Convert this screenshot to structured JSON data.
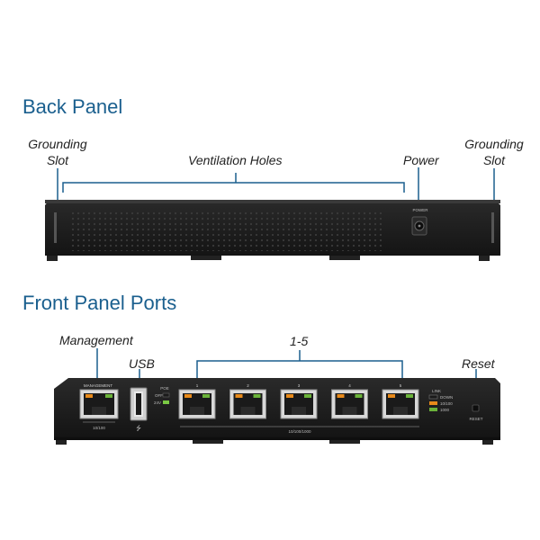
{
  "back_panel": {
    "title": "Back Panel",
    "callouts": {
      "grounding_left_line1": "Grounding",
      "grounding_left_line2": "Slot",
      "ventilation": "Ventilation Holes",
      "power": "Power",
      "grounding_right_line1": "Grounding",
      "grounding_right_line2": "Slot"
    },
    "device_labels": {
      "power": "POWER"
    }
  },
  "front_panel": {
    "title": "Front Panel Ports",
    "callouts": {
      "management": "Management",
      "usb": "USB",
      "ports": "1-5",
      "reset": "Reset"
    },
    "device_labels": {
      "management": "MANAGEMENT",
      "management_speed": "10/100",
      "poe": "POE",
      "poe_off": "OFF",
      "poe_24v": "24V",
      "port_numbers": [
        "1",
        "2",
        "3",
        "4",
        "5"
      ],
      "ports_speed": "10/100/1000",
      "link": "LINK",
      "link_down": "DOWN",
      "link_100": "10/100",
      "link_1000": "1000",
      "reset": "RESET"
    }
  },
  "colors": {
    "title_blue": "#1a5f8e",
    "callout_line": "#1a5f8e",
    "device_body": "#1d1d1d",
    "led_orange": "#e88a1a",
    "led_green": "#6bb33a",
    "poe_led_green": "#7ac943"
  }
}
